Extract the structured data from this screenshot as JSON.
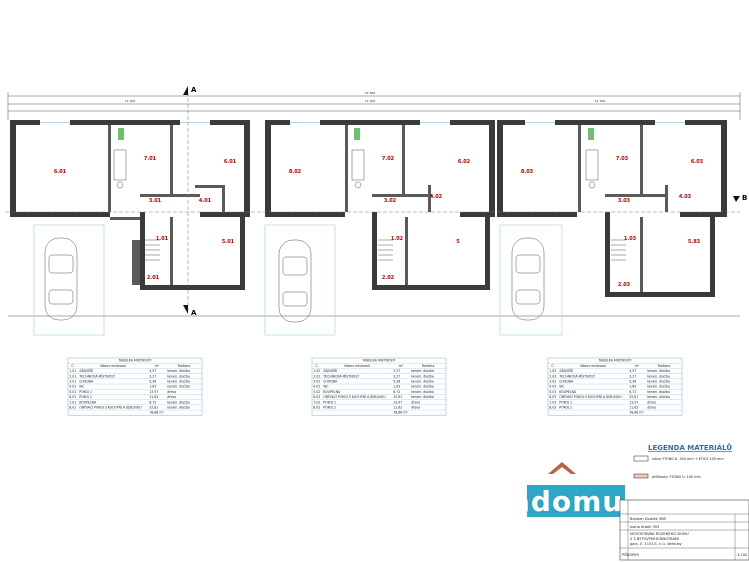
{
  "overall_dimension": "37 300",
  "units": [
    {
      "id": "unit1",
      "rooms": [
        {
          "label": "6.01"
        },
        {
          "label": "7.01"
        },
        {
          "label": "6.01"
        },
        {
          "label": "3.01"
        },
        {
          "label": "4.01"
        },
        {
          "label": "1.01"
        },
        {
          "label": "2.01"
        },
        {
          "label": "5.01"
        }
      ]
    },
    {
      "id": "unit2",
      "rooms": [
        {
          "label": "8.02"
        },
        {
          "label": "7.02"
        },
        {
          "label": "6.02"
        },
        {
          "label": "3.02"
        },
        {
          "label": "4.02"
        },
        {
          "label": "1.02"
        },
        {
          "label": "2.02"
        },
        {
          "label": "5"
        }
      ]
    },
    {
      "id": "unit3",
      "rooms": [
        {
          "label": "8.03"
        },
        {
          "label": "7.03"
        },
        {
          "label": "6.03"
        },
        {
          "label": "3.03"
        },
        {
          "label": "4.03"
        },
        {
          "label": "1.03"
        },
        {
          "label": "2.03"
        },
        {
          "label": "5.83"
        }
      ]
    }
  ],
  "section_marks": {
    "a": "A",
    "b": "B"
  },
  "top_dims": [
    "12 100",
    "12 100",
    "12 100"
  ],
  "tables": [
    {
      "title": "TABULKA MISTNOSTI",
      "header": [
        "Č.",
        "Název místnosti",
        "m²",
        "Podlaha"
      ],
      "rows": [
        [
          "1.01",
          "ZÁDVEŘÍ",
          "3,57",
          "keram. dlažba"
        ],
        [
          "2.01",
          "TECHNICKÁ MÍSTNOST",
          "3,27",
          "keram. dlažba"
        ],
        [
          "3.01",
          "CHODBA",
          "5,38",
          "keram. dlažba"
        ],
        [
          "4.01",
          "WC",
          "1,63",
          "keram. dlažba"
        ],
        [
          "5.01",
          "POKOJ 1",
          "13,97",
          "dřevo"
        ],
        [
          "6.01",
          "POKOJ 2",
          "11,62",
          "dřevo"
        ],
        [
          "7.01",
          "KOUPELNA",
          "6,72",
          "keram. dlažba"
        ],
        [
          "8.01",
          "OBÝVACÍ POKOJ S KUCHYNÍ A JÍDELNOU",
          "32,81",
          "keram. dlažba"
        ]
      ],
      "total": "78,88 m²"
    },
    {
      "title": "TABULKA MISTNOSTI",
      "header": [
        "Č.",
        "Název místnosti",
        "m²",
        "Podlaha"
      ],
      "rows": [
        [
          "1.02",
          "ZÁDVEŘÍ",
          "3,57",
          "keram. dlažba"
        ],
        [
          "2.02",
          "TECHNICKÁ MÍSTNOST",
          "3,27",
          "keram. dlažba"
        ],
        [
          "3.02",
          "CHODBA",
          "5,38",
          "keram. dlažba"
        ],
        [
          "4.02",
          "WC",
          "1,63",
          "keram. dlažba"
        ],
        [
          "5.02",
          "KOUPELNA",
          "6,72",
          "keram. dlažba"
        ],
        [
          "6.02",
          "OBÝVACÍ POKOJ S KUCHYNÍ A JÍDELNOU",
          "32,81",
          "keram. dlažba"
        ],
        [
          "7.02",
          "POKOJ 1",
          "13,97",
          "dřevo"
        ],
        [
          "8.02",
          "POKOJ 2",
          "11,62",
          "dřevo"
        ]
      ],
      "total": "78,88 m²"
    },
    {
      "title": "TABULKA MISTNOSTI",
      "header": [
        "Č.",
        "Název místnosti",
        "m²",
        "Podlaha"
      ],
      "rows": [
        [
          "1.03",
          "ZÁDVEŘÍ",
          "3,57",
          "keram. dlažba"
        ],
        [
          "2.03",
          "TECHNICKÁ MÍSTNOST",
          "3,27",
          "keram. dlažba"
        ],
        [
          "3.03",
          "CHODBA",
          "5,38",
          "keram. dlažba"
        ],
        [
          "4.03",
          "WC",
          "1,63",
          "keram. dlažba"
        ],
        [
          "5.03",
          "KOUPELNA",
          "6,72",
          "keram. dlažba"
        ],
        [
          "6.03",
          "OBÝVACÍ POKOJ S KUCHYNÍ A JÍDELNOU",
          "32,81",
          "keram. dlažba"
        ],
        [
          "7.03",
          "POKOJ 1",
          "13,97",
          "dřevo"
        ],
        [
          "8.03",
          "POKOJ 2",
          "11,62",
          "dřevo"
        ]
      ],
      "total": "78,88 m²"
    }
  ],
  "legend": {
    "title": "LEGENDA MATERIÁLŮ",
    "items": [
      {
        "label": "zdivo YTONG tl. 300 mm + ETICS 100 mm"
      },
      {
        "label": "příčkovky YTONG tl. 100 mm"
      }
    ]
  },
  "logo": {
    "text": "adomus"
  },
  "title_block": {
    "rows": [
      "Bohdan Dvořák 398",
      "Ivana Srbek 393",
      "NOVOSTAVBA ROZENÉHO DOMU",
      "S 3 BYTOVÝMI JEDNOTKAMI",
      "parc. č. 1157/1, k.ú. Veltrusy",
      "PŮDORYS"
    ],
    "scale": "1:100"
  },
  "colors": {
    "wall": "#3a3a3a",
    "room_label": "#c00000",
    "logo": "#2ea6c8",
    "legend_title": "#2a6fb0"
  }
}
